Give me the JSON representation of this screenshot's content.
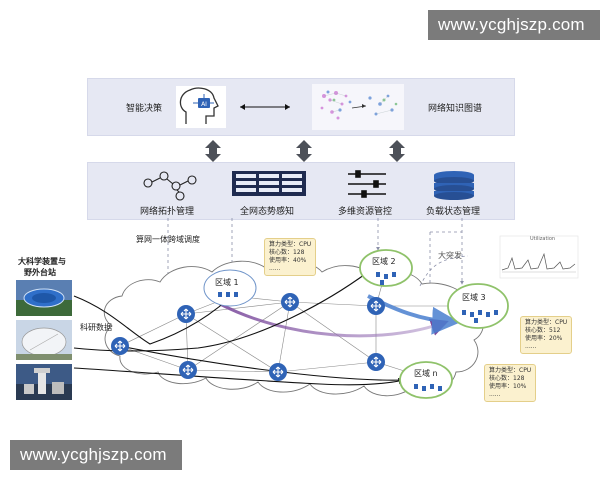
{
  "watermark": {
    "top": "www.ycghjszp.com",
    "bottom": "www.ycghjszp.com"
  },
  "top_panel": {
    "left_label": "智能决策",
    "right_label": "网络知识图谱"
  },
  "middle_panel": {
    "items": [
      {
        "label": "网络拓扑管理"
      },
      {
        "label": "全网态势感知"
      },
      {
        "label": "多维资源管控"
      },
      {
        "label": "负载状态管理"
      }
    ]
  },
  "network": {
    "cross_domain_label": "算网一体跨域调度",
    "source_title_line1": "大科学装置与",
    "source_title_line2": "野外台站",
    "research_data_label": "科研数据",
    "burst_label": "大突发",
    "chart_title": "Utilization",
    "regions": {
      "r1": "区域 1",
      "r2": "区域 2",
      "r3": "区域 3",
      "rn": "区域 n"
    },
    "callouts": {
      "c1": {
        "type": "算力类型：CPU",
        "cores": "核心数：128",
        "usage": "使用率：40%",
        "more": "......"
      },
      "c3": {
        "type": "算力类型：CPU",
        "cores": "核心数：512",
        "usage": "使用率：20%",
        "more": "......"
      },
      "cn": {
        "type": "算力类型：CPU",
        "cores": "核心数：128",
        "usage": "使用率：10%",
        "more": "......"
      }
    }
  },
  "colors": {
    "panel_bg": "#e6e8f3",
    "router_blue": "#2f63b6",
    "region_green": "#8fc26a",
    "flow_purple": "#7b4a9c",
    "flow_blue": "#4a7fd0",
    "callout_bg": "#fbf1cf"
  },
  "icons": [
    "ai-brain-icon",
    "knowledge-graph-icon",
    "topology-icon",
    "situation-grid-icon",
    "sliders-icon",
    "database-icon",
    "router-icon",
    "server-icon"
  ]
}
